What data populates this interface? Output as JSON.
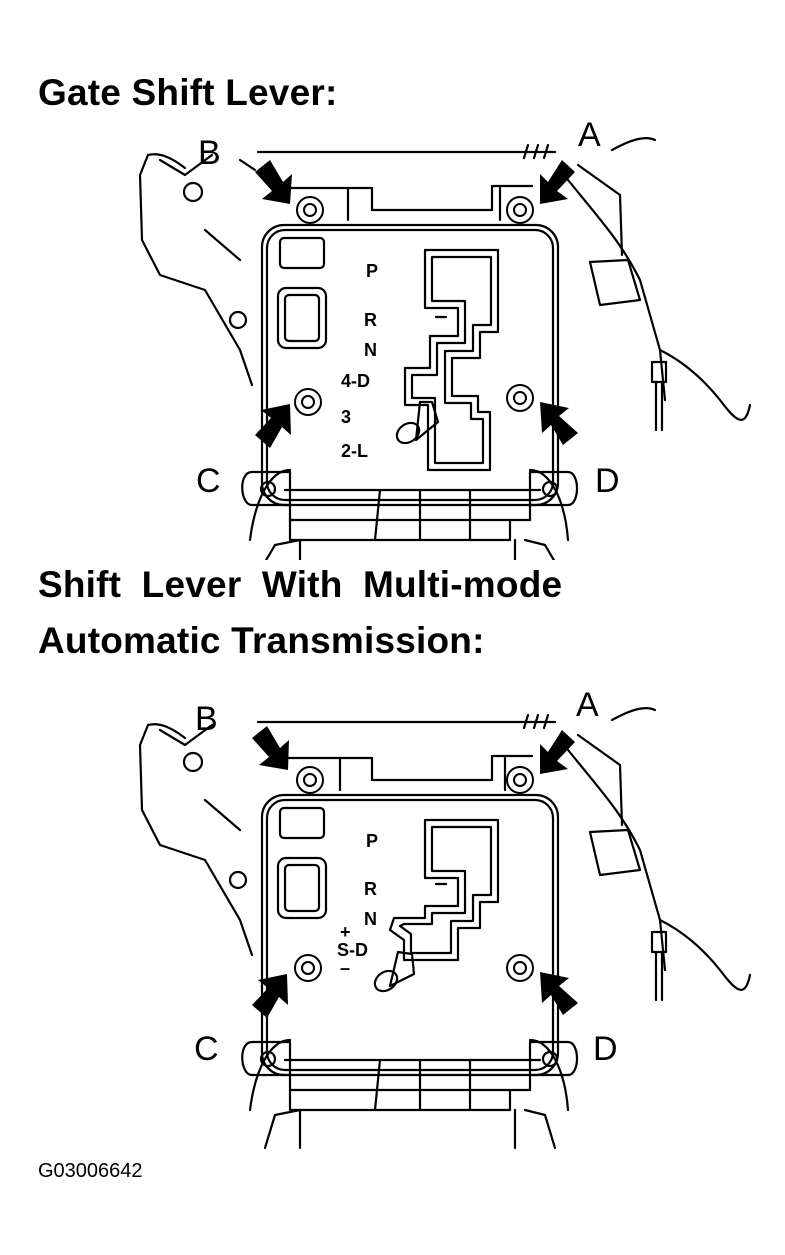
{
  "titles": {
    "gate": "Gate Shift Lever:",
    "multimode_line1": "Shift  Lever  With  Multi-mode",
    "multimode_line2": "Automatic Transmission:"
  },
  "callouts": {
    "a": "A",
    "b": "B",
    "c": "C",
    "d": "D"
  },
  "gate_labels": {
    "p": "P",
    "r": "R",
    "n": "N",
    "d4": "4-D",
    "three": "3",
    "l2": "2-L"
  },
  "multimode_labels": {
    "p": "P",
    "r": "R",
    "n": "N",
    "plus": "+",
    "sd": "S-D",
    "minus": "–"
  },
  "figure_id": "G03006642",
  "colors": {
    "ink": "#000000",
    "paper": "#ffffff"
  }
}
